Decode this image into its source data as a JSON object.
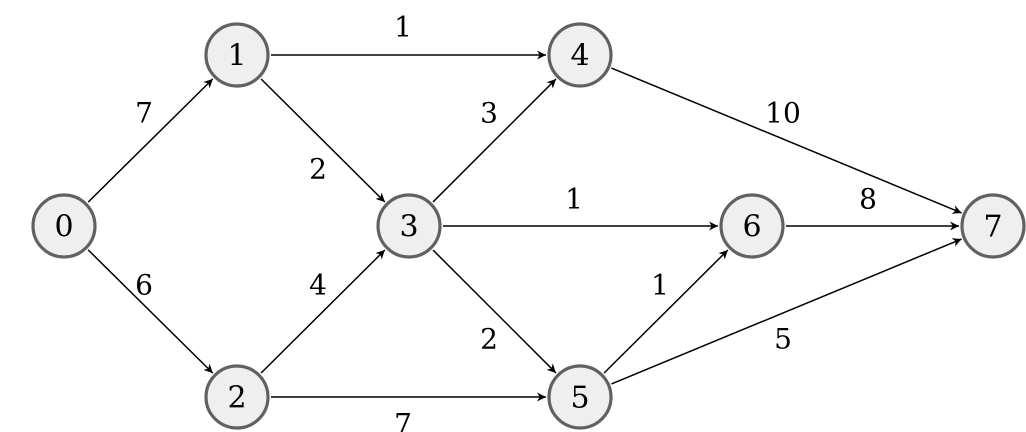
{
  "graph": {
    "nodes": [
      {
        "id": "0",
        "label": "0"
      },
      {
        "id": "1",
        "label": "1"
      },
      {
        "id": "2",
        "label": "2"
      },
      {
        "id": "3",
        "label": "3"
      },
      {
        "id": "4",
        "label": "4"
      },
      {
        "id": "5",
        "label": "5"
      },
      {
        "id": "6",
        "label": "6"
      },
      {
        "id": "7",
        "label": "7"
      }
    ],
    "edges": [
      {
        "from": "0",
        "to": "1",
        "weight": "7"
      },
      {
        "from": "0",
        "to": "2",
        "weight": "6"
      },
      {
        "from": "1",
        "to": "4",
        "weight": "1"
      },
      {
        "from": "1",
        "to": "3",
        "weight": "2"
      },
      {
        "from": "2",
        "to": "3",
        "weight": "4"
      },
      {
        "from": "2",
        "to": "5",
        "weight": "7"
      },
      {
        "from": "3",
        "to": "4",
        "weight": "3"
      },
      {
        "from": "3",
        "to": "6",
        "weight": "1"
      },
      {
        "from": "3",
        "to": "5",
        "weight": "2"
      },
      {
        "from": "4",
        "to": "7",
        "weight": "10"
      },
      {
        "from": "6",
        "to": "7",
        "weight": "8"
      },
      {
        "from": "5",
        "to": "6",
        "weight": "1"
      },
      {
        "from": "5",
        "to": "7",
        "weight": "5"
      }
    ]
  }
}
